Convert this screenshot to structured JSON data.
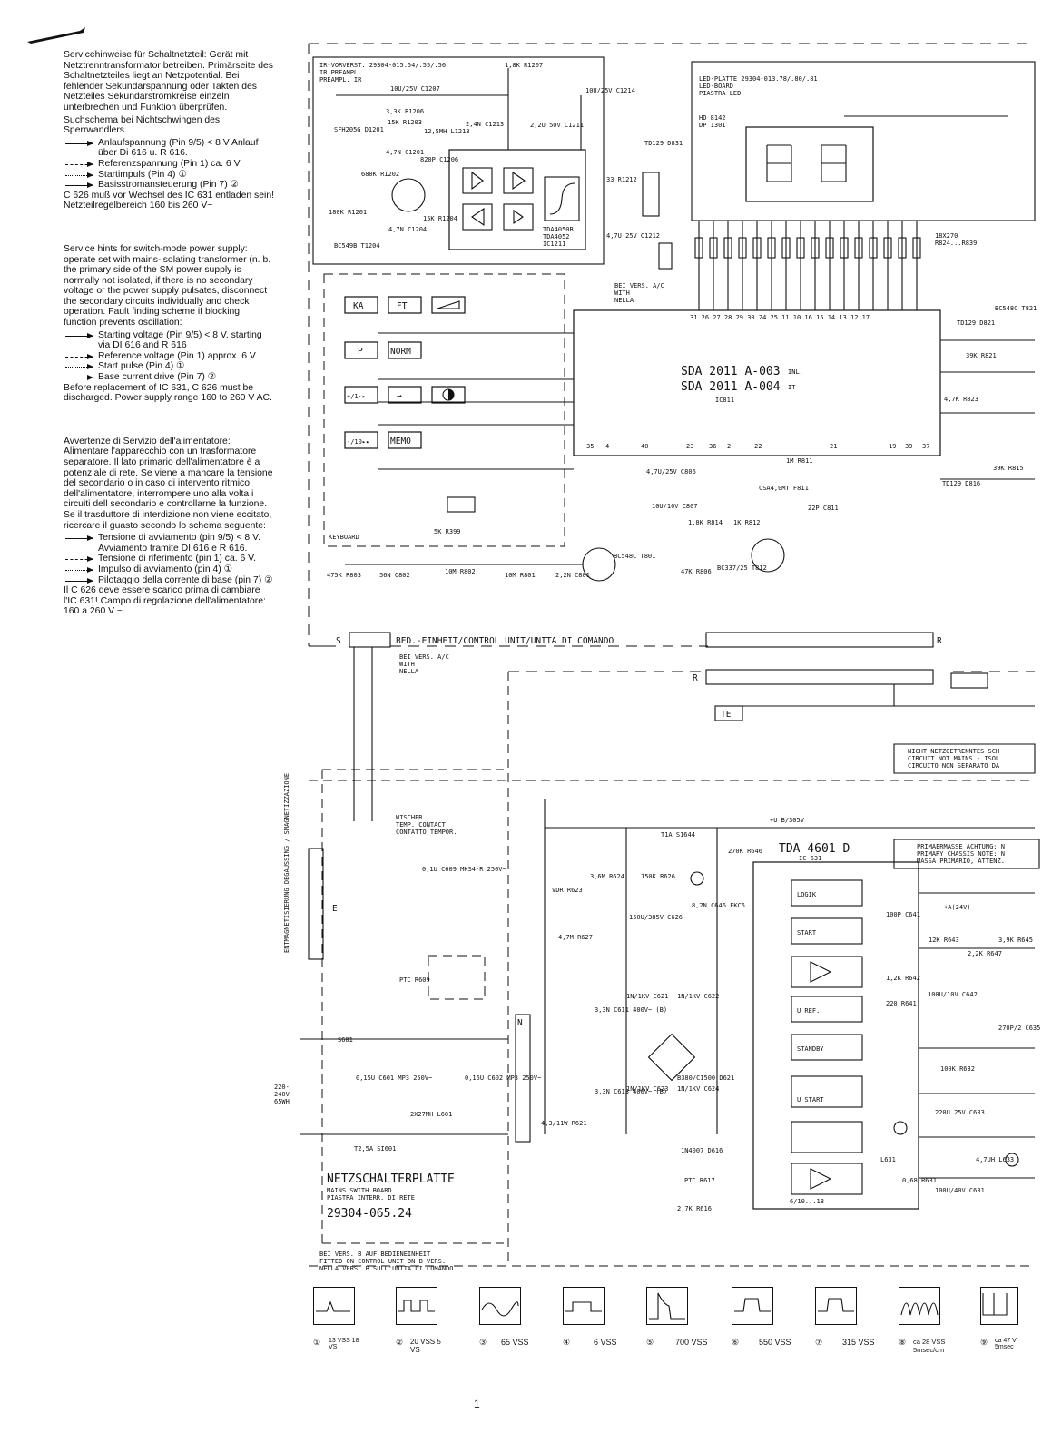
{
  "sidebar": {
    "de": {
      "intro": "Servicehinweise für Schaltnetzteil: Gerät mit Netztrenntransformator betreiben. Primärseite des Schaltnetzteiles liegt an Netzpotential. Bei fehlender Sekundärspannung oder Takten des Netzteiles Sekundärstromkreise einzeln unterbrechen und Funktion überprüfen.",
      "scheme": "Suchschema bei Nichtschwingen des Sperrwandlers.",
      "steps": [
        "Anlaufspannung (Pin 9/5) < 8 V Anlauf über Di 616 u. R 616.",
        "Referenzspannung (Pin 1) ca. 6 V",
        "Startimpuls (Pin 4) ①",
        "Basisstromansteuerung (Pin 7) ②"
      ],
      "note": "C 626 muß vor Wechsel des IC 631 entladen sein! Netzteilregelbereich 160 bis 260 V~"
    },
    "en": {
      "intro": "Service hints for switch-mode power supply: operate set with mains-isolating transformer (n. b. the primary side of the SM power supply is normally not isolated, if there is no secondary voltage or the power supply pulsates, disconnect the secondary circuits individually and check operation. Fault finding scheme if blocking function prevents oscillation:",
      "steps": [
        "Starting voltage (Pin 9/5) < 8 V, starting via DI 616 and R 616",
        "Reference voltage (Pin 1) approx. 6 V",
        "Start pulse (Pin 4) ①",
        "Base current drive (Pin 7) ②"
      ],
      "note": "Before replacement of IC 631, C 626 must be discharged. Power supply range 160 to 260 V AC."
    },
    "it": {
      "intro": "Avvertenze di Servizio dell'alimentatore: Alimentare l'apparecchio con un trasformatore separatore. Il lato primario dell'alimentatore è a potenziale di rete. Se viene a mancare la tensione del secondario o in caso di intervento ritmico dell'alimentatore, interrompere uno alla volta i circuiti dell secondario e controllarne la funzione. Se il trasduttore di interdizione non viene eccitato, ricercare il guasto secondo lo schema seguente:",
      "steps": [
        "Tensione di avviamento (pin 9/5) < 8 V. Avviamento tramite DI 616 e R 616.",
        "Tensione di riferimento (pin 1) ca. 6 V.",
        "Impulso di avviamento (pin 4) ①",
        "Pilotaggio della corrente di base (pin 7) ②"
      ],
      "note": "Il C 626 deve essere scarico prima di cambiare l'IC 631! Campo di regolazione dell'alimentatore: 160 a 260 V ~."
    }
  },
  "schematic": {
    "ir_board": "IR-VORVERST. 29304-015.54/.55/.56",
    "ir_sub": [
      "IR PREAMPL.",
      "PREAMPL. IR"
    ],
    "led_board": "LED-PLATTE 29304-013.78/.80/.81",
    "led_sub": [
      "LED-BOARD",
      "PIASTRA LED"
    ],
    "display": [
      "HD 8142",
      "DP 1301"
    ],
    "ic811": [
      "SDA 2011 A-003",
      "SDA 2011 A-004",
      "IC811"
    ],
    "ic811_suffix": [
      "INL.",
      "IT"
    ],
    "ic631": [
      "TDA 4601 D",
      "IC 631"
    ],
    "ic1211": [
      "TDA4050B",
      "TDA4052",
      "IC1211"
    ],
    "keys": [
      "KA",
      "FT",
      "P",
      "NORM",
      "+/1▸▸",
      "MEMO",
      "-/10▸▸"
    ],
    "keyboard": "KEYBOARD",
    "control_unit": "BED.-EINHEIT/CONTROL UNIT/UNITA DI COMANDO",
    "bei_vers": [
      "BEI VERS. A/C",
      "WITH",
      "NELLA"
    ],
    "mains_board": "NETZSCHALTERPLATTE",
    "mains_sub": [
      "MAINS SWITH BOARD",
      "PIASTRA INTERR. DI RETE"
    ],
    "mains_num": "29304-065.24",
    "note_b": [
      "BEI VERS. B AUF BEDIENEINHEIT",
      "FITTED ON CONTROL UNIT ON B VERS.",
      "NELLA VERS. B SULL'UNITA DI COMANDO"
    ],
    "degauss": "ENTMAGNETISIERUNG DEGAUSSING / SMAGNETIZZAZIONE",
    "wiper": [
      "WISCHER",
      "TEMP. CONTACT",
      "CONTATTO TEMPOR."
    ],
    "not_mains": [
      "NICHT NETZGETRENNTES SCH",
      "CIRCUIT NOT MAINS - ISOL",
      "CIRCUITO NON SEPARATO DA"
    ],
    "primary": [
      "PRIMAERMASSE ACHTUNG: N",
      "PRIMARY CHASSIS NOTE: N",
      "MASSA PRIMARIO, ATTENZ."
    ],
    "ic631_blocks": [
      "LOGIK",
      "START",
      "U REF.",
      "STANDBY",
      "U START"
    ],
    "mains_in": [
      "220-",
      "240V~",
      "65WH"
    ],
    "supply": "+U B/305V",
    "resistor_bank": [
      "18X270",
      "R824...R839"
    ],
    "ic_pins_top": "31 26 27 28 29 30 24 25 11 10 16 15 14 13 12 17",
    "ic_pins_bottom": [
      "35",
      "4",
      "40",
      "23",
      "36",
      "2",
      "22",
      "21",
      "19",
      "39",
      "37"
    ],
    "labels": {
      "c1207": "10U/25V C1207",
      "r1206": "3,3K R1206",
      "r1207": "1,8K R1207",
      "c1214": "10U/25V C1214",
      "d1201": "SFH205G D1201",
      "r1203": "15K R1203",
      "l1213": "12,5MH L1213",
      "c1213": "2,4N C1213",
      "c1211": "2,2U 50V C1211",
      "c1201": "4,7N C1201",
      "c1206": "820P C1206",
      "r1202": "680K R1202",
      "r1201": "180K R1201",
      "t1204": "BC549B T1204",
      "c1204": "4,7N C1204",
      "r1204": "15K R1204",
      "r1212": "33 R1212",
      "c1212": "4,7U 25V C1212",
      "d831": "TD129 D831",
      "r803": "475K R803",
      "c802": "56N C802",
      "r802": "10M R802",
      "r801": "10M R801",
      "c801": "2,2N C801",
      "t801": "BC548C T801",
      "r399": "5K R399",
      "c806": "4,7U/25V C806",
      "c807": "10U/10V C807",
      "r814": "1,8K R814",
      "r812": "1K R812",
      "r806": "47K R806",
      "t812": "BC337/25 T812",
      "r811": "1M R811",
      "f811": "CSA4,0MT F811",
      "c811": "22P C811",
      "d821": "TD129 D821",
      "r821": "39K R821",
      "r823": "4,7K R823",
      "r815": "39K R815",
      "d816": "TD129 D816",
      "t821": "BC548C T821",
      "s1644": "T1A S1644",
      "r646": "270K R646",
      "c646": "8,2N C646 FKC5",
      "r623": "VDR R623",
      "r624": "3,6M R624",
      "r626": "150K R626",
      "r627": "4,7M R627",
      "c626": "150U/385V C626",
      "c609": "0,1U C609 MKS4-R 250V~",
      "r609": "PTC R609",
      "c611": "3,3N C611 400V~ (B)",
      "c621": "1N/1KV C621",
      "c622": "1N/1KV C622",
      "d621": "B380/C1500 D621",
      "c613": "3,3N C613 400V~ (B)",
      "c623": "1N/1KV C623",
      "c624": "1N/1KV C624",
      "r621": "4,3/11W R621",
      "d616": "1N4007 D616",
      "r617": "PTC R617",
      "r616": "2,7K R616",
      "s601": "S601",
      "c601": "0,15U C601 MP3 250V~",
      "l601": "2X27MH L601",
      "c602": "0,15U C602 MP3 250V~",
      "si601": "T2,5A SI601",
      "c641": "100P C641",
      "r643": "12K R643",
      "r647": "2,2K R647",
      "r645": "3,9K R645",
      "r642": "1,2K R642",
      "r641": "220 R641",
      "c642": "100U/10V C642",
      "r632": "100K R632",
      "c633": "220U 25V C633",
      "l631": "L631",
      "r631": "0,68 R631",
      "c631": "100U/40V C631",
      "l633": "4,7UH L633",
      "c635": "270P/2 C635",
      "ac24v": "+A(24V)",
      "ic631_pins": "6/10...18"
    }
  },
  "waveforms": [
    {
      "num": "①",
      "label": "13 VSS 18 VS"
    },
    {
      "num": "②",
      "label": "20 VSS 5 VS"
    },
    {
      "num": "③",
      "label": "65 VSS"
    },
    {
      "num": "④",
      "label": "6 VSS"
    },
    {
      "num": "⑤",
      "label": "700 VSS"
    },
    {
      "num": "⑥",
      "label": "550 VSS"
    },
    {
      "num": "⑦",
      "label": "315 VSS"
    },
    {
      "num": "⑧",
      "label": "ca 28 VSS 5msec/cm"
    },
    {
      "num": "⑨",
      "label": "ca 47 V 5msec"
    }
  ],
  "page": {
    "number": "1"
  }
}
